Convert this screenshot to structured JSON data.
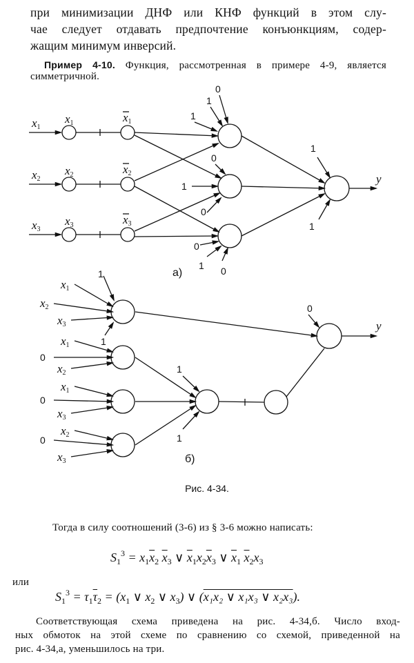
{
  "text": {
    "p1": [
      "при минимизации ДНФ или КНФ функций в этом слу-",
      "чае следует отдавать предпочтение конъюнкциям, содер-",
      "жащим минимум инверсий."
    ],
    "example_label": "Пример 4-10.",
    "example_rest": " Функция, рассмотренная в примере 4-9, является",
    "example_line2": "симметричной.",
    "fig_a_label": "а)",
    "fig_b_label": "б)",
    "caption": "Рис. 4-34.",
    "then": "Тогда в силу соотношений (3-6) из § 3-6 можно написать:",
    "or": "или",
    "p3": [
      "Соответствующая схема приведена на рис. 4-34,б. Число вход-",
      "ных обмоток на этой схеме по сравнению со схемой, приведенной на",
      "рис. 4-34,а, уменьшилось на три."
    ]
  },
  "formula1": [
    {
      "t": "S"
    },
    {
      "t": "1",
      "c": "sub"
    },
    {
      "t": "3",
      "c": "sup"
    },
    {
      "t": " = x"
    },
    {
      "t": "1",
      "c": "sub"
    },
    {
      "t": "x",
      "c": "ov"
    },
    {
      "t": "2",
      "c": "sub"
    },
    {
      "t": " "
    },
    {
      "t": "x",
      "c": "ov"
    },
    {
      "t": "3",
      "c": "sub"
    },
    {
      "t": " ∨ "
    },
    {
      "t": "x",
      "c": "ov"
    },
    {
      "t": "1",
      "c": "sub"
    },
    {
      "t": "x"
    },
    {
      "t": "2",
      "c": "sub"
    },
    {
      "t": "x",
      "c": "ov"
    },
    {
      "t": "3",
      "c": "sub"
    },
    {
      "t": " ∨ "
    },
    {
      "t": "x",
      "c": "ov"
    },
    {
      "t": "1",
      "c": "sub"
    },
    {
      "t": " "
    },
    {
      "t": "x",
      "c": "ov"
    },
    {
      "t": "2",
      "c": "sub"
    },
    {
      "t": "x"
    },
    {
      "t": "3",
      "c": "sub"
    }
  ],
  "formula2": [
    {
      "t": "S"
    },
    {
      "t": "1",
      "c": "sub"
    },
    {
      "t": "3",
      "c": "sup"
    },
    {
      "t": " = τ"
    },
    {
      "t": "1",
      "c": "sub"
    },
    {
      "t": "τ",
      "c": "ov"
    },
    {
      "t": "2",
      "c": "sub"
    },
    {
      "t": " = (x"
    },
    {
      "t": "1",
      "c": "sub"
    },
    {
      "t": " ∨ x"
    },
    {
      "t": "2",
      "c": "sub"
    },
    {
      "t": " ∨ x"
    },
    {
      "t": "3",
      "c": "sub"
    },
    {
      "t": ") ∨ ("
    },
    {
      "t": "x₁x₂ ∨ x₁x₃ ∨ x₂x₃",
      "c": "ov"
    },
    {
      "t": ")."
    }
  ],
  "diagram_a": {
    "inputs": [
      {
        "x": "x",
        "s": "1"
      },
      {
        "x": "x",
        "s": "2"
      },
      {
        "x": "x",
        "s": "3"
      }
    ],
    "weights": {
      "one": "1",
      "zero": "0"
    },
    "output": "y"
  },
  "diagram_b": {
    "output": "y"
  }
}
